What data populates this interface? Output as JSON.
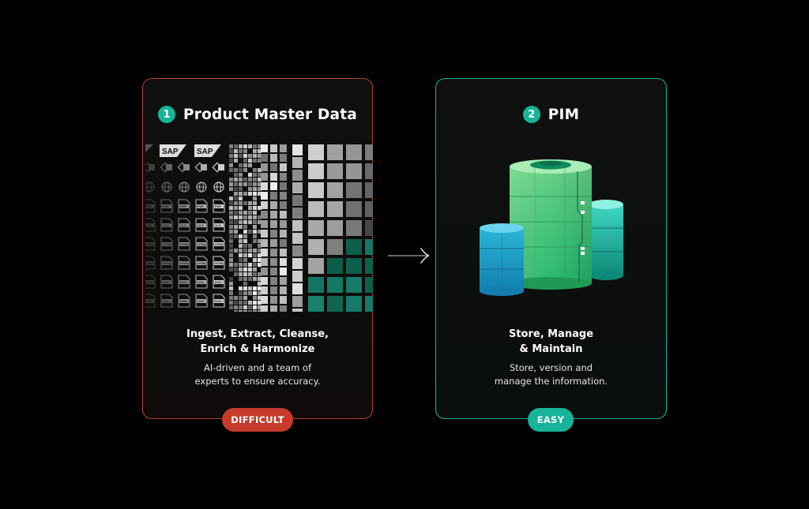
{
  "cards": [
    {
      "number": "1",
      "title": "Product Master Data",
      "heading_lines": [
        "Ingest, Extract, Cleanse,",
        "Enrich & Harmonize"
      ],
      "description_lines": [
        "AI-driven and a team of",
        "experts to ensure accuracy."
      ],
      "badge": "DIFFICULT",
      "border_color": "#b5402e",
      "badge_color": "#c63b2b",
      "mosaic_icons": {
        "logo": "SAP",
        "row_icons": [
          "link-icon",
          "globe-icon",
          "pdf-icon",
          "xls-icon",
          "html-icon",
          "html-icon",
          "doc-icon",
          "doc-icon"
        ],
        "file_labels": [
          "PDF",
          "XLS",
          "HTML",
          "HTML",
          "DOC",
          "DOC"
        ]
      }
    },
    {
      "number": "2",
      "title": "PIM",
      "heading_lines": [
        "Store, Manage",
        "& Maintain"
      ],
      "description_lines": [
        "Store, version and",
        "manage the information."
      ],
      "badge": "EASY",
      "border_color": "#17b39a",
      "badge_color": "#17b39a"
    }
  ],
  "connector_icon": "arrow-right-icon",
  "database_icon": "database-cylinders-icon",
  "accent_color": "#17b39a"
}
